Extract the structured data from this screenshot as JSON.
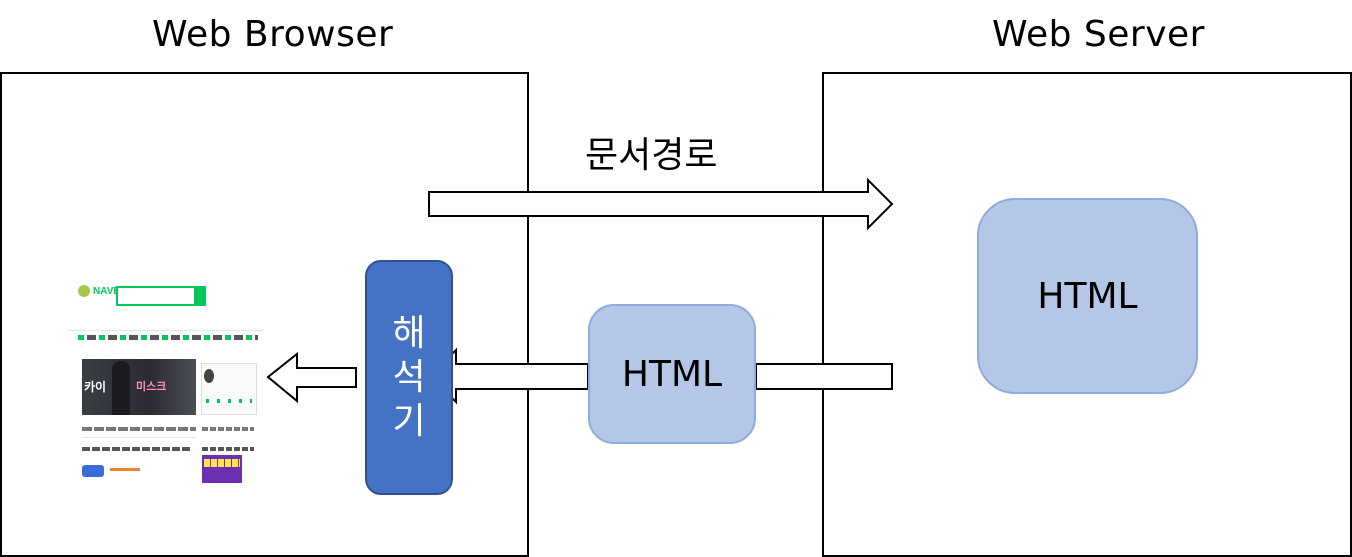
{
  "browser": {
    "title": "Web Browser",
    "interpreter_chars": [
      "해",
      "석",
      "기"
    ],
    "rendered_page": {
      "logo": "NAVER",
      "banner_text_1": "카이",
      "banner_text_2": "미스크"
    }
  },
  "server": {
    "title": "Web Server",
    "content_label": "HTML"
  },
  "request": {
    "label": "문서경로"
  },
  "response": {
    "label": "HTML"
  },
  "colors": {
    "html_box_fill": "#b4c7e7",
    "html_box_border": "#8faadc",
    "interpreter_fill": "#4472c4",
    "interpreter_border": "#2f528f",
    "naver_green": "#03c75a"
  }
}
